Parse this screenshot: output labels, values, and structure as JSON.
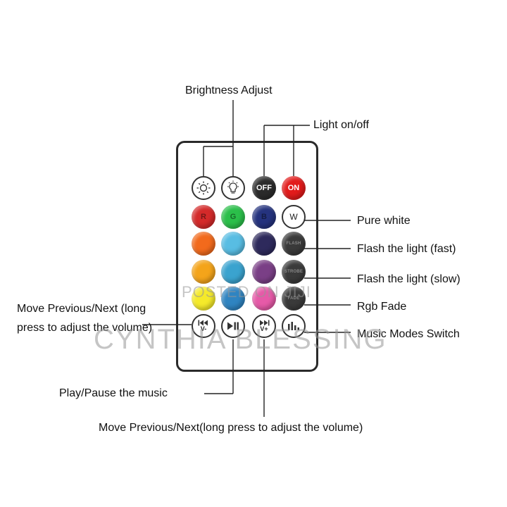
{
  "labels": {
    "brightness": "Brightness Adjust",
    "light_onoff": "Light on/off",
    "pure_white": "Pure white",
    "flash_fast": "Flash the light (fast)",
    "flash_slow": "Flash the light (slow)",
    "rgb_fade": "Rgb Fade",
    "music_modes": "Music Modes Switch",
    "move_prev_next_left": "Move Previous/Next (long press to adjust the volume)",
    "play_pause": "Play/Pause the music",
    "move_prev_next_bottom": "Move Previous/Next(long press to adjust the volume)"
  },
  "remote": {
    "buttons": {
      "off": "OFF",
      "on": "ON",
      "r": "R",
      "g": "G",
      "b": "B",
      "w": "W",
      "flash": "FLASH",
      "strobe": "STROBE",
      "fade": "FADE",
      "vol_down": "V-",
      "vol_up": "V+"
    },
    "colors": {
      "off": "#2b2b2b",
      "on": "#e21b1b",
      "r": "#d42a2a",
      "g": "#2bbf4a",
      "b": "#25337e",
      "row3": [
        "#f26a1c",
        "#58bde3",
        "#2e2a5c"
      ],
      "row4": [
        "#f4a41a",
        "#3aa3cf",
        "#7a3f86"
      ],
      "row5": [
        "#f5ea2a",
        "#2f84c1",
        "#e65aa8"
      ],
      "dark_button": "#3a3a3a"
    },
    "icons": {
      "brightness_down": "sun-outline-icon",
      "brightness_up": "lightbulb-icon",
      "prev": "previous-track-icon",
      "play_pause": "play-pause-icon",
      "next": "next-track-icon",
      "music_mode": "music-bars-icon"
    }
  },
  "watermarks": {
    "line1": "POSTED ON JIJI",
    "line2": "CYNTHIA BLESSING"
  }
}
